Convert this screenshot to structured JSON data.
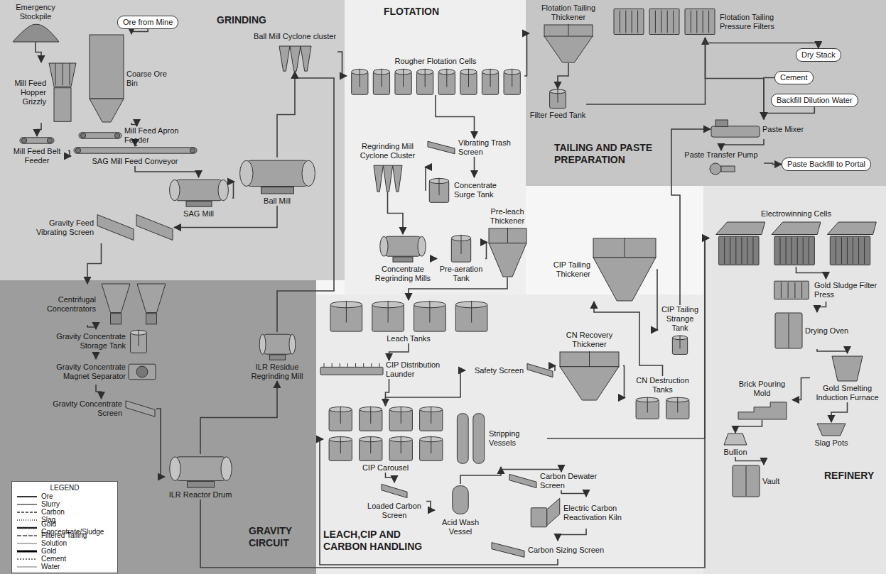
{
  "diagram": {
    "nodes": [
      {
        "text": [
          "GRINDING"
        ]
      },
      {
        "text": [
          "Emergency Stockpile"
        ],
        "in": 0
      },
      {
        "text": [
          "Ore from Mine"
        ],
        "in": 0
      },
      {
        "text": [
          "Coarse Ore Bin"
        ],
        "in": 0
      },
      {
        "text": [
          "Mill Feed Hopper Grizzly"
        ],
        "in": 0
      },
      {
        "text": [
          "Mill Feed Apron Feeder"
        ],
        "in": 0
      },
      {
        "text": [
          "Mill Feed Belt Feeder"
        ],
        "in": 0
      },
      {
        "text": [
          "SAG Mill Feed Conveyor"
        ],
        "in": 0
      },
      {
        "text": [
          "SAG Mill"
        ],
        "in": 0
      },
      {
        "text": [
          "Ball Mill"
        ],
        "in": 0
      },
      {
        "text": [
          "Ball Mill Cyclone cluster"
        ],
        "in": 0
      },
      {
        "text": [
          "Gravity Feed Vibrating Screen"
        ],
        "in": 0
      },
      {
        "text": [
          "FLOTATION"
        ]
      },
      {
        "text": [
          "Rougher Flotation Cells"
        ],
        "in": 12
      },
      {
        "text": [
          "Regrinding Mill Cyclone Cluster"
        ],
        "in": 12
      },
      {
        "text": [
          "Vibrating Trash Screen"
        ],
        "in": 12
      },
      {
        "text": [
          "Concentrate Surge Tank"
        ],
        "in": 12
      },
      {
        "text": [
          "Pre-leach Thickener"
        ],
        "in": 12
      },
      {
        "text": [
          "Concentrate Regrinding Mills"
        ],
        "in": 12
      },
      {
        "text": [
          "Pre-aeration Tank"
        ],
        "in": 12
      },
      {
        "text": [
          "TAILING AND PASTE PREPARATION"
        ]
      },
      {
        "text": [
          "Flotation Tailing Thickener"
        ],
        "in": 20
      },
      {
        "text": [
          "Flotation Tailing Pressure Filters"
        ],
        "in": 20
      },
      {
        "text": [
          "Filter Feed Tank"
        ],
        "in": 20
      },
      {
        "text": [
          "Dry Stack"
        ],
        "in": 20
      },
      {
        "text": [
          "Cement"
        ],
        "in": 20
      },
      {
        "text": [
          "Backfill Dilution Water"
        ],
        "in": 20
      },
      {
        "text": [
          "Paste Mixer"
        ],
        "in": 20
      },
      {
        "text": [
          "Paste Transfer Pump"
        ],
        "in": 20
      },
      {
        "text": [
          "Paste Backfill to Portal"
        ],
        "in": 20
      },
      {
        "text": [
          "GRAVITY CIRCUIT"
        ]
      },
      {
        "text": [
          "Centrifugal Concentrators"
        ],
        "in": 30
      },
      {
        "text": [
          "Gravity Concentrate Storage Tank"
        ],
        "in": 30
      },
      {
        "text": [
          "Gravity Concentrate Magnet Separator"
        ],
        "in": 30
      },
      {
        "text": [
          "Gravity Concentrate Screen"
        ],
        "in": 30
      },
      {
        "text": [
          "ILR Residue Regrinding Mill"
        ],
        "in": 30
      },
      {
        "text": [
          "ILR Reactor Drum"
        ],
        "in": 30
      },
      {
        "text": [
          "CIP Tailing Thickener"
        ]
      },
      {
        "text": [
          "CIP Tailing Strange Tank"
        ]
      },
      {
        "text": [
          "LEACH,CIP AND CARBON HANDLING"
        ]
      },
      {
        "text": [
          "Leach Tanks"
        ],
        "in": 39
      },
      {
        "text": [
          "CIP Distribution Launder"
        ],
        "in": 39
      },
      {
        "text": [
          "Safety Screen"
        ],
        "in": 39
      },
      {
        "text": [
          "CN Recovery Thickener"
        ],
        "in": 39
      },
      {
        "text": [
          "CN Destruction Tanks"
        ],
        "in": 39
      },
      {
        "text": [
          "CIP Carousel"
        ],
        "in": 39
      },
      {
        "text": [
          "Stripping Vessels"
        ],
        "in": 39
      },
      {
        "text": [
          "Carbon Dewater Screen"
        ],
        "in": 39
      },
      {
        "text": [
          "Loaded Carbon Screen"
        ],
        "in": 39
      },
      {
        "text": [
          "Acid Wash Vessel"
        ],
        "in": 39
      },
      {
        "text": [
          "Electric Carbon Reactivation Kiln"
        ],
        "in": 39
      },
      {
        "text": [
          "Carbon Sizing Screen"
        ],
        "in": 39
      },
      {
        "text": [
          "REFINERY"
        ]
      },
      {
        "text": [
          "Electrowinning Cells"
        ],
        "in": 52
      },
      {
        "text": [
          "Gold Sludge Filter Press"
        ],
        "in": 52
      },
      {
        "text": [
          "Drying Oven"
        ],
        "in": 52
      },
      {
        "text": [
          "Gold Smelting Induction Furnace"
        ],
        "in": 52
      },
      {
        "text": [
          "Brick Pouring Mold"
        ],
        "in": 52
      },
      {
        "text": [
          "Slag Pots"
        ],
        "in": 52
      },
      {
        "text": [
          "Bullion"
        ],
        "in": 52
      },
      {
        "text": [
          "Vault"
        ],
        "in": 52
      }
    ],
    "edges": [
      {
        "from": 1,
        "to": 4,
        "arrow": "to"
      },
      {
        "from": 2,
        "to": 3,
        "arrow": "to"
      },
      {
        "from": 4,
        "to": 6,
        "arrow": "to"
      },
      {
        "from": 3,
        "to": 5,
        "arrow": "to"
      },
      {
        "from": 6,
        "to": 7,
        "arrow": "to"
      },
      {
        "from": 5,
        "to": 7,
        "arrow": "to"
      },
      {
        "from": 7,
        "to": 8,
        "arrow": "to"
      },
      {
        "from": 8,
        "to": 9,
        "arrow": "to"
      },
      {
        "from": 9,
        "to": 10,
        "arrow": "to"
      },
      {
        "from": 10,
        "to": 13,
        "arrow": "to"
      },
      {
        "from": 9,
        "to": 11,
        "arrow": "to"
      },
      {
        "from": 11,
        "to": 31,
        "arrow": "to"
      },
      {
        "from": 31,
        "to": 32,
        "arrow": "to"
      },
      {
        "from": 32,
        "to": 33,
        "arrow": "to"
      },
      {
        "from": 33,
        "to": 34,
        "arrow": "to"
      },
      {
        "from": 34,
        "to": 36,
        "arrow": "to"
      },
      {
        "from": 36,
        "to": 35,
        "arrow": "to"
      },
      {
        "from": 35,
        "to": 10,
        "arrow": "to"
      },
      {
        "from": 36,
        "to": 53,
        "arrow": "to"
      },
      {
        "from": 13,
        "to": 21,
        "arrow": "to"
      },
      {
        "from": 13,
        "to": 15,
        "arrow": "to"
      },
      {
        "from": 15,
        "to": 16,
        "arrow": "to"
      },
      {
        "from": 16,
        "to": 14,
        "arrow": "to"
      },
      {
        "from": 14,
        "to": 18,
        "arrow": "to"
      },
      {
        "from": 18,
        "to": 19,
        "arrow": "to"
      },
      {
        "from": 19,
        "to": 17,
        "arrow": "to"
      },
      {
        "from": 17,
        "to": 40,
        "arrow": "to"
      },
      {
        "from": 40,
        "to": 41,
        "arrow": "to"
      },
      {
        "from": 41,
        "to": 45,
        "arrow": "to"
      },
      {
        "from": 45,
        "to": 48,
        "arrow": "to"
      },
      {
        "from": 45,
        "to": 42,
        "arrow": "to"
      },
      {
        "from": 42,
        "to": 43,
        "arrow": "to"
      },
      {
        "from": 43,
        "to": 44,
        "arrow": "to"
      },
      {
        "from": 44,
        "to": 37,
        "arrow": "to"
      },
      {
        "from": 37,
        "to": 38,
        "arrow": "to"
      },
      {
        "from": 38,
        "to": 27,
        "arrow": "to"
      },
      {
        "from": 21,
        "to": 23,
        "arrow": "to"
      },
      {
        "from": 23,
        "to": 22,
        "arrow": "to"
      },
      {
        "from": 22,
        "to": 24,
        "arrow": "to"
      },
      {
        "from": 22,
        "to": 27,
        "arrow": "to"
      },
      {
        "from": 25,
        "to": 27,
        "arrow": "to"
      },
      {
        "from": 26,
        "to": 27,
        "arrow": "to"
      },
      {
        "from": 27,
        "to": 28,
        "arrow": "to"
      },
      {
        "from": 28,
        "to": 29,
        "arrow": "to"
      },
      {
        "from": 48,
        "to": 49,
        "arrow": "to"
      },
      {
        "from": 49,
        "to": 46,
        "arrow": "to"
      },
      {
        "from": 46,
        "to": 53,
        "arrow": "to"
      },
      {
        "from": 46,
        "to": 47,
        "arrow": "to"
      },
      {
        "from": 47,
        "to": 50,
        "arrow": "to"
      },
      {
        "from": 50,
        "to": 51,
        "arrow": "to"
      },
      {
        "from": 51,
        "to": 45,
        "arrow": "to"
      },
      {
        "from": 53,
        "to": 54,
        "arrow": "to"
      },
      {
        "from": 54,
        "to": 55,
        "arrow": "to"
      },
      {
        "from": 55,
        "to": 56,
        "arrow": "to"
      },
      {
        "from": 56,
        "to": 57,
        "arrow": "to"
      },
      {
        "from": 56,
        "to": 58,
        "arrow": "to"
      },
      {
        "from": 57,
        "to": 59,
        "arrow": "to"
      },
      {
        "from": 59,
        "to": 60,
        "arrow": "to"
      }
    ],
    "labels": [
      "LEGEND"
    ],
    "legend": [
      {
        "text": "Ore"
      },
      {
        "text": "Slurry"
      },
      {
        "text": "Carbon"
      },
      {
        "text": "Slag"
      },
      {
        "text": "Gold Concentrate/Sludge"
      },
      {
        "text": "Filtered Tailing"
      },
      {
        "text": "Solution"
      },
      {
        "text": "Gold"
      },
      {
        "text": "Cement"
      },
      {
        "text": "Water"
      }
    ]
  }
}
